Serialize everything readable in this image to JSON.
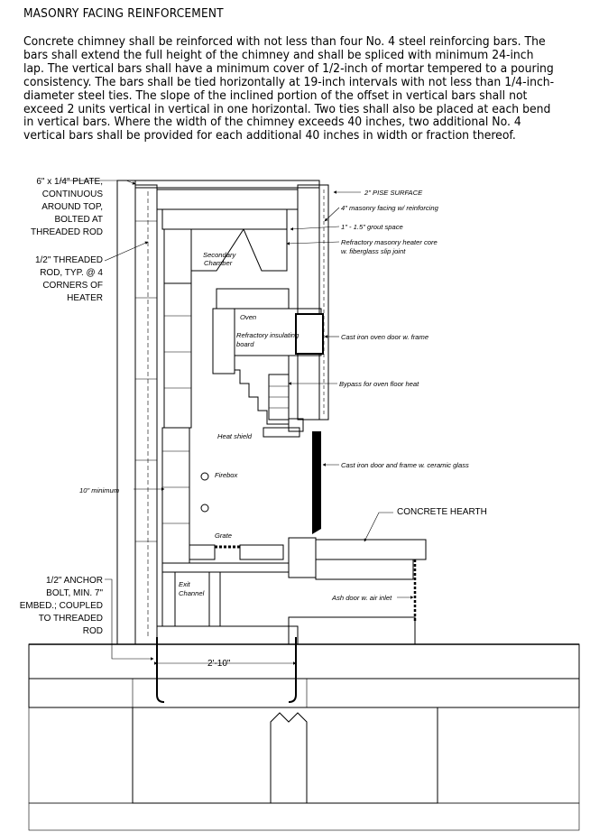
{
  "title": "MASONRY FACING REINFORCEMENT",
  "paragraph": "Concrete chimney shall be reinforced with not less than four No. 4 steel reinforcing bars.  The bars shall extend the full height of the chimney and shall be spliced with minimum 24-inch lap.  The vertical bars shall have a minimum cover of 1/2-inch of mortar tempered to a pouring consistency.  The bars shall be tied horizontally at 19-inch intervals with not less than 1/4-inch-diameter steel ties.  The slope of the inclined portion of the offset in vertical bars shall not exceed 2 units vertical in vertical in one horizontal.  Two ties shall also be placed at each bend in vertical bars.  Where the width of the chimney exceeds 40 inches, two additional No. 4 vertical bars shall be provided for each additional 40 inches in width or fraction thereof.",
  "left_callouts": {
    "plate": [
      "6\" x 1/4\" PLATE,",
      "CONTINUOUS",
      "AROUND TOP,",
      "BOLTED AT",
      "THREADED ROD"
    ],
    "rod": [
      "1/2\" THREADED",
      "ROD, TYP. @ 4",
      "CORNERS OF",
      "HEATER"
    ],
    "min10": "10\" minimum",
    "anchor": [
      "1/2\" ANCHOR",
      "BOLT, MIN. 7\"",
      "EMBED.; COUPLED",
      "TO THREADED",
      "ROD"
    ]
  },
  "right_callouts": {
    "pise": "2\" PISE SURFACE",
    "facing": "4\" masonry facing w/ reinforcing",
    "grout": "1\" - 1.5\" grout space",
    "core": [
      "Refractory masonry heater core",
      "w. fiberglass slip joint"
    ],
    "oven_door": "Cast iron oven door w. frame",
    "bypass": "Bypass for oven floor heat",
    "fire_door": "Cast iron door and frame w. ceramic glass",
    "hearth": "CONCRETE HEARTH",
    "ash_door": "Ash door w. air inlet"
  },
  "inner_labels": {
    "secondary": [
      "Secondary",
      "Chamber"
    ],
    "oven": "Oven",
    "insulating": [
      "Refractory insulating",
      "board"
    ],
    "heat_shield": "Heat shield",
    "firebox": "Firebox",
    "grate": "Grate",
    "exit": [
      "Exit",
      "Channel"
    ]
  },
  "dimension": "2'-10\""
}
